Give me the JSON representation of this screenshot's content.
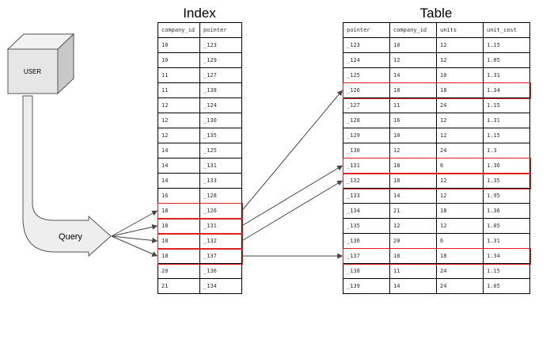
{
  "index": {
    "title": "Index",
    "headers": [
      "company_id",
      "pointer"
    ],
    "rows": [
      [
        "10",
        "_123"
      ],
      [
        "10",
        "_129"
      ],
      [
        "11",
        "_127"
      ],
      [
        "11",
        "_138"
      ],
      [
        "12",
        "_124"
      ],
      [
        "12",
        "_130"
      ],
      [
        "12",
        "_135"
      ],
      [
        "14",
        "_125"
      ],
      [
        "14",
        "_131"
      ],
      [
        "14",
        "_133"
      ],
      [
        "16",
        "_128"
      ],
      [
        "18",
        "_126"
      ],
      [
        "18",
        "_131"
      ],
      [
        "18",
        "_132"
      ],
      [
        "18",
        "_137"
      ],
      [
        "20",
        "_136"
      ],
      [
        "21",
        "_134"
      ]
    ],
    "highlighted_rows": [
      11,
      12,
      13,
      14
    ]
  },
  "table": {
    "title": "Table",
    "headers": [
      "pointer",
      "company_id",
      "units",
      "unit_cost"
    ],
    "rows": [
      [
        "_123",
        "10",
        "12",
        "1.15"
      ],
      [
        "_124",
        "12",
        "12",
        "1.05"
      ],
      [
        "_125",
        "14",
        "18",
        "1.31"
      ],
      [
        "_126",
        "18",
        "18",
        "1.34"
      ],
      [
        "_127",
        "11",
        "24",
        "1.15"
      ],
      [
        "_128",
        "16",
        "12",
        "1.31"
      ],
      [
        "_129",
        "10",
        "12",
        "1.15"
      ],
      [
        "_130",
        "12",
        "24",
        "1.3"
      ],
      [
        "_131",
        "18",
        "6",
        "1.36"
      ],
      [
        "_132",
        "18",
        "12",
        "1.35"
      ],
      [
        "_133",
        "14",
        "12",
        "1.95"
      ],
      [
        "_134",
        "21",
        "18",
        "1.36"
      ],
      [
        "_135",
        "12",
        "12",
        "1.05"
      ],
      [
        "_136",
        "20",
        "6",
        "1.31"
      ],
      [
        "_137",
        "18",
        "18",
        "1.34"
      ],
      [
        "_138",
        "11",
        "24",
        "1.15"
      ],
      [
        "_139",
        "14",
        "24",
        "1.05"
      ]
    ],
    "highlighted_rows": [
      3,
      8,
      9,
      14
    ]
  },
  "user": {
    "label": "USER"
  },
  "query": {
    "label": "Query"
  },
  "links": [
    {
      "from_index_row": 11,
      "to_table_row": 3
    },
    {
      "from_index_row": 12,
      "to_table_row": 8
    },
    {
      "from_index_row": 13,
      "to_table_row": 9
    },
    {
      "from_index_row": 14,
      "to_table_row": 14
    }
  ],
  "colors": {
    "highlight": "#e02020",
    "arrow": "#444444",
    "cube_front": "#e6e6e6",
    "cube_side": "#c8c8c8",
    "cube_top": "#f2f2f2",
    "query_fill": "#eeeeee"
  }
}
